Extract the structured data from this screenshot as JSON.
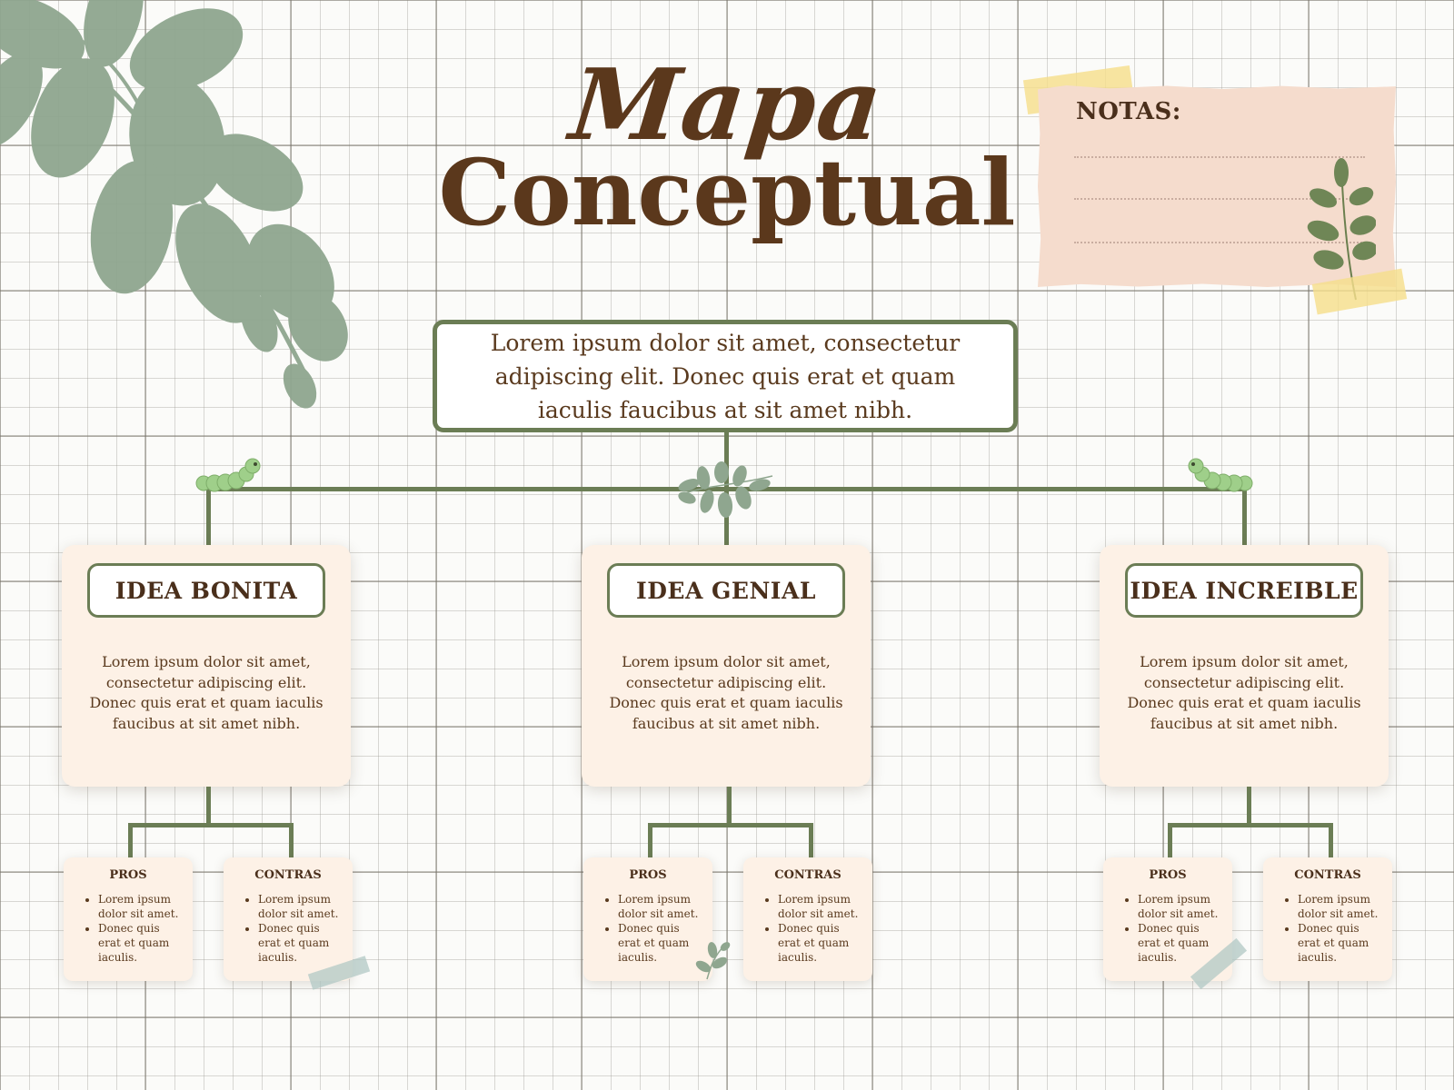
{
  "title": {
    "script": "Mapa",
    "main": "Conceptual"
  },
  "notes": {
    "label": "NOTAS:"
  },
  "main_idea": {
    "text": "Lorem ipsum dolor sit amet, consectetur adipiscing elit. Donec quis erat et quam iaculis faucibus at sit amet nibh."
  },
  "ideas": [
    {
      "title": "IDEA BONITA",
      "text": "Lorem ipsum dolor sit amet, consectetur adipiscing elit. Donec quis erat et quam iaculis faucibus at sit amet nibh.",
      "pros": {
        "label": "PROS",
        "items": [
          "Lorem ipsum dolor sit amet.",
          "Donec quis erat et quam iaculis."
        ]
      },
      "contras": {
        "label": "CONTRAS",
        "items": [
          "Lorem ipsum dolor sit amet.",
          "Donec quis erat et quam iaculis."
        ]
      }
    },
    {
      "title": "IDEA GENIAL",
      "text": "Lorem ipsum dolor sit amet, consectetur adipiscing elit. Donec quis erat et quam iaculis faucibus at sit amet nibh.",
      "pros": {
        "label": "PROS",
        "items": [
          "Lorem ipsum dolor sit amet.",
          "Donec quis erat et quam iaculis."
        ]
      },
      "contras": {
        "label": "CONTRAS",
        "items": [
          "Lorem ipsum dolor sit amet.",
          "Donec quis erat et quam iaculis."
        ]
      }
    },
    {
      "title": "IDEA INCREIBLE",
      "text": "Lorem ipsum dolor sit amet, consectetur adipiscing elit. Donec quis erat et quam iaculis faucibus at sit amet nibh.",
      "pros": {
        "label": "PROS",
        "items": [
          "Lorem ipsum dolor sit amet.",
          "Donec quis erat et quam iaculis."
        ]
      },
      "contras": {
        "label": "CONTRAS",
        "items": [
          "Lorem ipsum dolor sit amet.",
          "Donec quis erat et quam iaculis."
        ]
      }
    }
  ],
  "colors": {
    "accent_green": "#6b7d55",
    "leaf_green": "#8fa68f",
    "brown_text": "#5b381c",
    "card_bg": "#fdf1e6",
    "notes_bg": "#f5dccd",
    "caterpillar": "#9fcf8a"
  },
  "decorations": [
    "leaf-branch-icon",
    "small-leaf-icon",
    "caterpillar-icon",
    "tape-strip"
  ]
}
